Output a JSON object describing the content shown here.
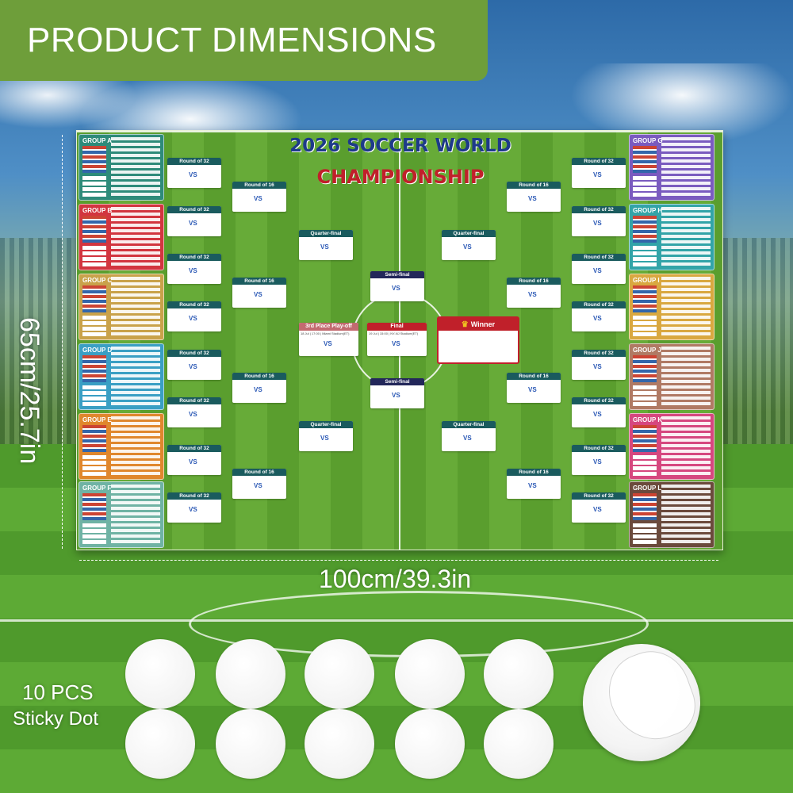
{
  "banner": {
    "title": "PRODUCT DIMENSIONS"
  },
  "dimensions": {
    "height_label": "65cm/25.7in",
    "width_label": "100cm/39.3in"
  },
  "poster": {
    "title_line1": "2026 SOCCER WORLD",
    "title_line2": "CHAMPIONSHIP",
    "groups_left": [
      {
        "label": "GROUP A",
        "color": "#2e8b7a"
      },
      {
        "label": "GROUP B",
        "color": "#d2353f"
      },
      {
        "label": "GROUP C",
        "color": "#c9a24a"
      },
      {
        "label": "GROUP D",
        "color": "#3a9fc4"
      },
      {
        "label": "GROUP E",
        "color": "#e0872d"
      },
      {
        "label": "GROUP F",
        "color": "#6fb3a4"
      }
    ],
    "groups_right": [
      {
        "label": "GROUP G",
        "color": "#7a5bbf"
      },
      {
        "label": "GROUP H",
        "color": "#32a4a8"
      },
      {
        "label": "GROUP I",
        "color": "#d9a840"
      },
      {
        "label": "GROUP J",
        "color": "#b07a64"
      },
      {
        "label": "GROUP K",
        "color": "#d6477f"
      },
      {
        "label": "GROUP L",
        "color": "#6b4a3c"
      }
    ],
    "round_of_32_label": "Round of 32",
    "round_of_16_label": "Round of 16",
    "quarter_final_label": "Quarter-final",
    "semi_final_label": "Semi-final",
    "third_place_label": "3rd Place Play-off",
    "final_label": "Final",
    "winner_label": "Winner",
    "vs_label": "VS",
    "final_info": "19 Jul | 15:00 | NY-NJ Stadium(ET)",
    "third_place_info": "18 Jul | 17:00 | Miami Stadium(ET)"
  },
  "sticky_dots": {
    "quantity": "10 PCS",
    "label": "Sticky Dot"
  },
  "colors": {
    "banner": "#6e9e3a",
    "match_header": "#1a5b5e",
    "final_red": "#c0202a",
    "title_blue": "#1d3a8a"
  }
}
